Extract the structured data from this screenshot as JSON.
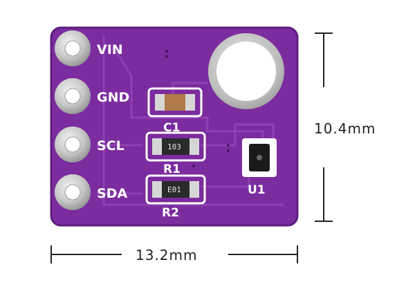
{
  "board": {
    "pins": [
      {
        "name": "pin-vin",
        "label": "VIN"
      },
      {
        "name": "pin-gnd",
        "label": "GND"
      },
      {
        "name": "pin-scl",
        "label": "SCL"
      },
      {
        "name": "pin-sda",
        "label": "SDA"
      }
    ],
    "components": {
      "c1": {
        "ref": "C1"
      },
      "r1": {
        "ref": "R1",
        "marking": "103"
      },
      "r2": {
        "ref": "R2",
        "marking": "E01"
      },
      "u1": {
        "ref": "U1"
      }
    },
    "colors": {
      "pcb": "#7b2c9e",
      "pcb_dark": "#5e1f80",
      "silkscreen": "#ffffff",
      "pad": "#c9c9c9"
    }
  },
  "dimensions": {
    "height": "10.4mm",
    "width": "13.2mm"
  }
}
